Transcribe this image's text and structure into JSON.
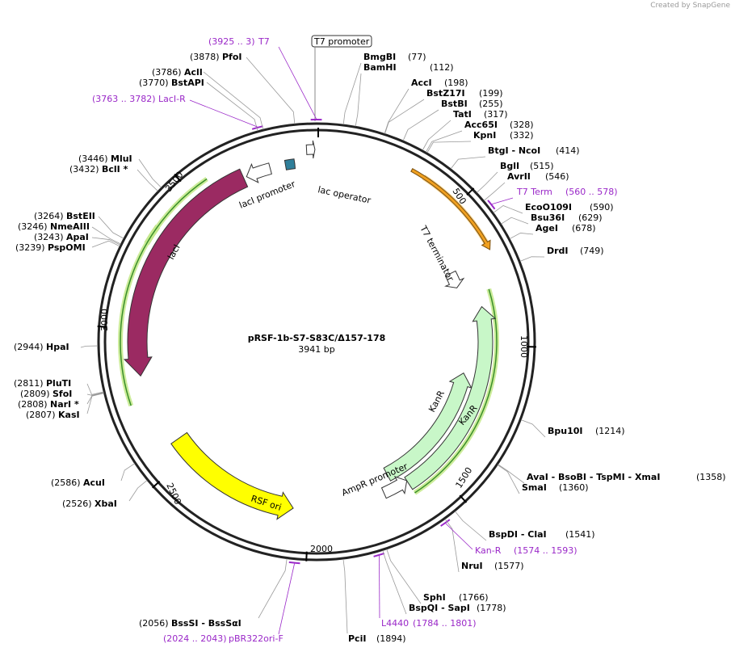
{
  "plasmid": {
    "name": "pRSF-1b-S7-S83C/Δ157-178",
    "size_label": "3941 bp"
  },
  "credit": "Created by SnapGene",
  "ticks": [
    {
      "text": "500",
      "bp": 500
    },
    {
      "text": "1000",
      "bp": 1000
    },
    {
      "text": "1500",
      "bp": 1500
    },
    {
      "text": "2000",
      "bp": 2000
    },
    {
      "text": "2500",
      "bp": 2500
    },
    {
      "text": "3000",
      "bp": 3000
    },
    {
      "text": "3500",
      "bp": 3500
    }
  ],
  "features": [
    {
      "label": "lacI",
      "color": "#9b2a62"
    },
    {
      "label": "lacI promoter",
      "color": "#ffffff"
    },
    {
      "label": "lac operator",
      "color": "#2f7f9a"
    },
    {
      "label": "T7 promoter",
      "color": "#ffffff"
    },
    {
      "label": "T7 terminator",
      "color": "#ffffff"
    },
    {
      "label": "KanR",
      "color": "#c8f7c8"
    },
    {
      "label": "KanR",
      "color": "#c8f7c8"
    },
    {
      "label": "AmpR promoter",
      "color": "#ffffff"
    },
    {
      "label": "RSF ori",
      "color": "#ffff00"
    }
  ],
  "enzymes": [
    {
      "name": "BmgBI",
      "pos": "(77)"
    },
    {
      "name": "BamHI",
      "pos": "(112)"
    },
    {
      "name": "AccI",
      "pos": "(198)"
    },
    {
      "name": "BstZ17I",
      "pos": "(199)"
    },
    {
      "name": "BstBI",
      "pos": "(255)"
    },
    {
      "name": "TatI",
      "pos": "(317)"
    },
    {
      "name": "Acc65I",
      "pos": "(328)"
    },
    {
      "name": "KpnI",
      "pos": "(332)"
    },
    {
      "name": "BtgI - NcoI",
      "pos": "(414)"
    },
    {
      "name": "BglI",
      "pos": "(515)"
    },
    {
      "name": "AvrII",
      "pos": "(546)"
    },
    {
      "name": "EcoO109I",
      "pos": "(590)"
    },
    {
      "name": "Bsu36I",
      "pos": "(629)"
    },
    {
      "name": "AgeI",
      "pos": "(678)"
    },
    {
      "name": "DrdI",
      "pos": "(749)"
    },
    {
      "name": "Bpu10I",
      "pos": "(1214)"
    },
    {
      "name": "AvaI - BsoBI - TspMI - XmaI",
      "pos": "(1358)"
    },
    {
      "name": "SmaI",
      "pos": "(1360)"
    },
    {
      "name": "BspDI - ClaI",
      "pos": "(1541)"
    },
    {
      "name": "NruI",
      "pos": "(1577)"
    },
    {
      "name": "SphI",
      "pos": "(1766)"
    },
    {
      "name": "BspQI - SapI",
      "pos": "(1778)"
    },
    {
      "name": "PciI",
      "pos": "(1894)"
    },
    {
      "name": "BssSI - BssSαI",
      "pos": "(2056)"
    },
    {
      "name": "XbaI",
      "pos": "(2526)"
    },
    {
      "name": "AcuI",
      "pos": "(2586)"
    },
    {
      "name": "KasI",
      "pos": "(2807)"
    },
    {
      "name": "NarI *",
      "pos": "(2808)"
    },
    {
      "name": "SfoI",
      "pos": "(2809)"
    },
    {
      "name": "PluTI",
      "pos": "(2811)"
    },
    {
      "name": "HpaI",
      "pos": "(2944)"
    },
    {
      "name": "PspOMI",
      "pos": "(3239)"
    },
    {
      "name": "ApaI",
      "pos": "(3243)"
    },
    {
      "name": "NmeAIII",
      "pos": "(3246)"
    },
    {
      "name": "BstEII",
      "pos": "(3264)"
    },
    {
      "name": "BclI *",
      "pos": "(3432)"
    },
    {
      "name": "MluI",
      "pos": "(3446)"
    },
    {
      "name": "BstAPI",
      "pos": "(3770)"
    },
    {
      "name": "AclI",
      "pos": "(3786)"
    },
    {
      "name": "PfoI",
      "pos": "(3878)"
    }
  ],
  "primers": [
    {
      "name": "T7",
      "range": "(3925 .. 3)"
    },
    {
      "name": "LacI-R",
      "range": "(3763 .. 3782)"
    },
    {
      "name": "T7 Term",
      "range": "(560 .. 578)"
    },
    {
      "name": "Kan-R",
      "range": "(1574 .. 1593)"
    },
    {
      "name": "L4440",
      "range": "(1784 .. 1801)"
    },
    {
      "name": "pBR322ori-F",
      "range": "(2024 .. 2043)"
    }
  ]
}
